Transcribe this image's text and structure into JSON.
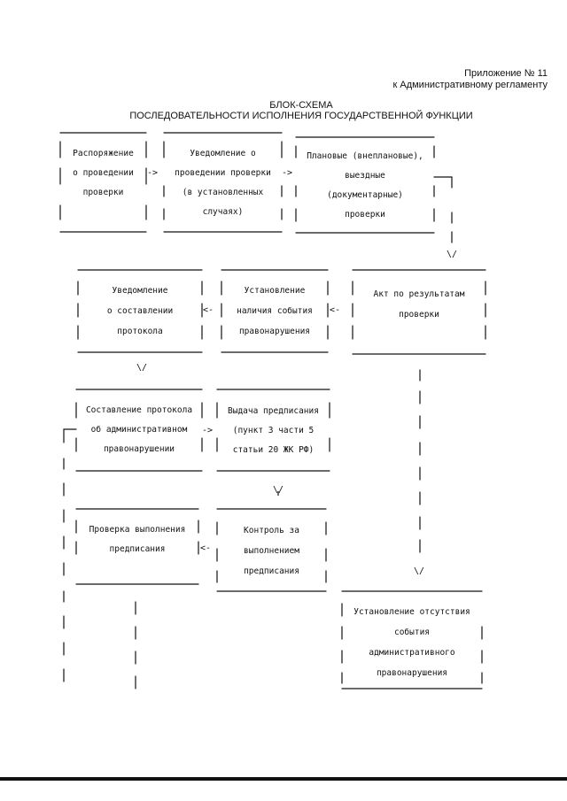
{
  "header": {
    "appendix": "Приложение № 11",
    "appendix_to": "к Административному регламенту",
    "title_line1": "БЛОК-СХЕМА",
    "title_line2": "ПОСЛЕДОВАТЕЛЬНОСТИ ИСПОЛНЕНИЯ ГОСУДАРСТВЕННОЙ ФУНКЦИИ"
  },
  "boxes": {
    "order": {
      "lines": [
        "Распоряжение",
        "о проведении",
        "проверки"
      ]
    },
    "notice_inspection": {
      "lines": [
        "Уведомление о",
        "проведении проверки",
        "(в установленных",
        "случаях)"
      ]
    },
    "inspection_type": {
      "lines": [
        "Плановые (внеплановые),",
        "выездные",
        "(документарные)",
        "проверки"
      ]
    },
    "notice_protocol": {
      "lines": [
        "Уведомление",
        "о составлении",
        "протокола"
      ]
    },
    "violation_established": {
      "lines": [
        "Установление",
        "наличия события",
        "правонарушения"
      ]
    },
    "inspection_act": {
      "lines": [
        "Акт по результатам",
        "проверки"
      ]
    },
    "protocol": {
      "lines": [
        "Составление протокола",
        "об административном",
        "правонарушении"
      ]
    },
    "prescription": {
      "lines": [
        "Выдача предписания",
        "(пункт 3 части 5",
        "статьи 20 ЖК РФ)"
      ]
    },
    "check_execution": {
      "lines": [
        "Проверка выполнения",
        "предписания"
      ]
    },
    "control_execution": {
      "lines": [
        "Контроль за",
        "выполнением",
        "предписания"
      ]
    },
    "no_violation": {
      "lines": [
        "Установление отсутствия",
        "события",
        "административного",
        "правонарушения"
      ]
    }
  },
  "connectors": {
    "arrow_right": "->",
    "arrow_left": "<-",
    "arrow_down": "\\/"
  }
}
